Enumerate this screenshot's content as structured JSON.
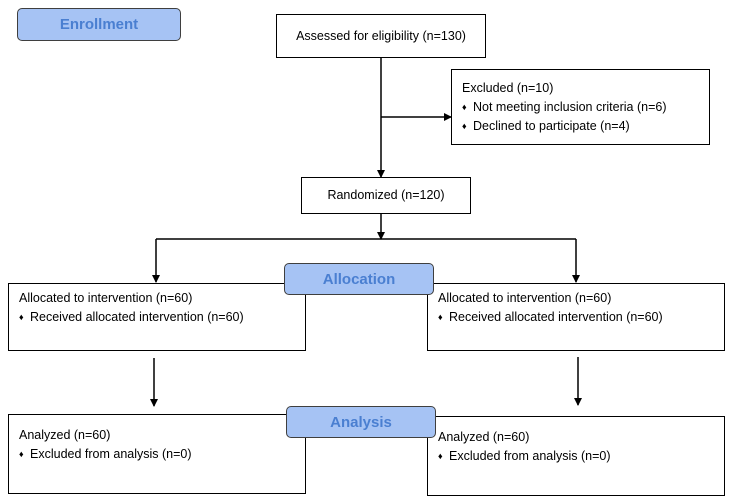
{
  "stages": {
    "enrollment": "Enrollment",
    "allocation": "Allocation",
    "analysis": "Analysis"
  },
  "assessed": "Assessed for eligibility (n=130)",
  "excluded": {
    "title": "Excluded (n=10)",
    "items": [
      "Not meeting inclusion criteria (n=6)",
      "Declined to participate (n=4)"
    ]
  },
  "randomized": "Randomized (n=120)",
  "allocation_left": {
    "title": "Allocated to intervention (n=60)",
    "items": [
      "Received allocated intervention (n=60)"
    ]
  },
  "allocation_right": {
    "title": "Allocated to intervention (n=60)",
    "items": [
      "Received allocated intervention (n=60)"
    ]
  },
  "analysis_left": {
    "title": "Analyzed (n=60)",
    "items": [
      "Excluded from analysis (n=0)"
    ]
  },
  "analysis_right": {
    "title": "Analyzed (n=60)",
    "items": [
      "Excluded from analysis (n=0)"
    ]
  },
  "bullet_symbol": "♦",
  "colors": {
    "stage_fill": "#a6c3f4",
    "stage_text": "#4a7fd1",
    "lines": "#000000"
  }
}
